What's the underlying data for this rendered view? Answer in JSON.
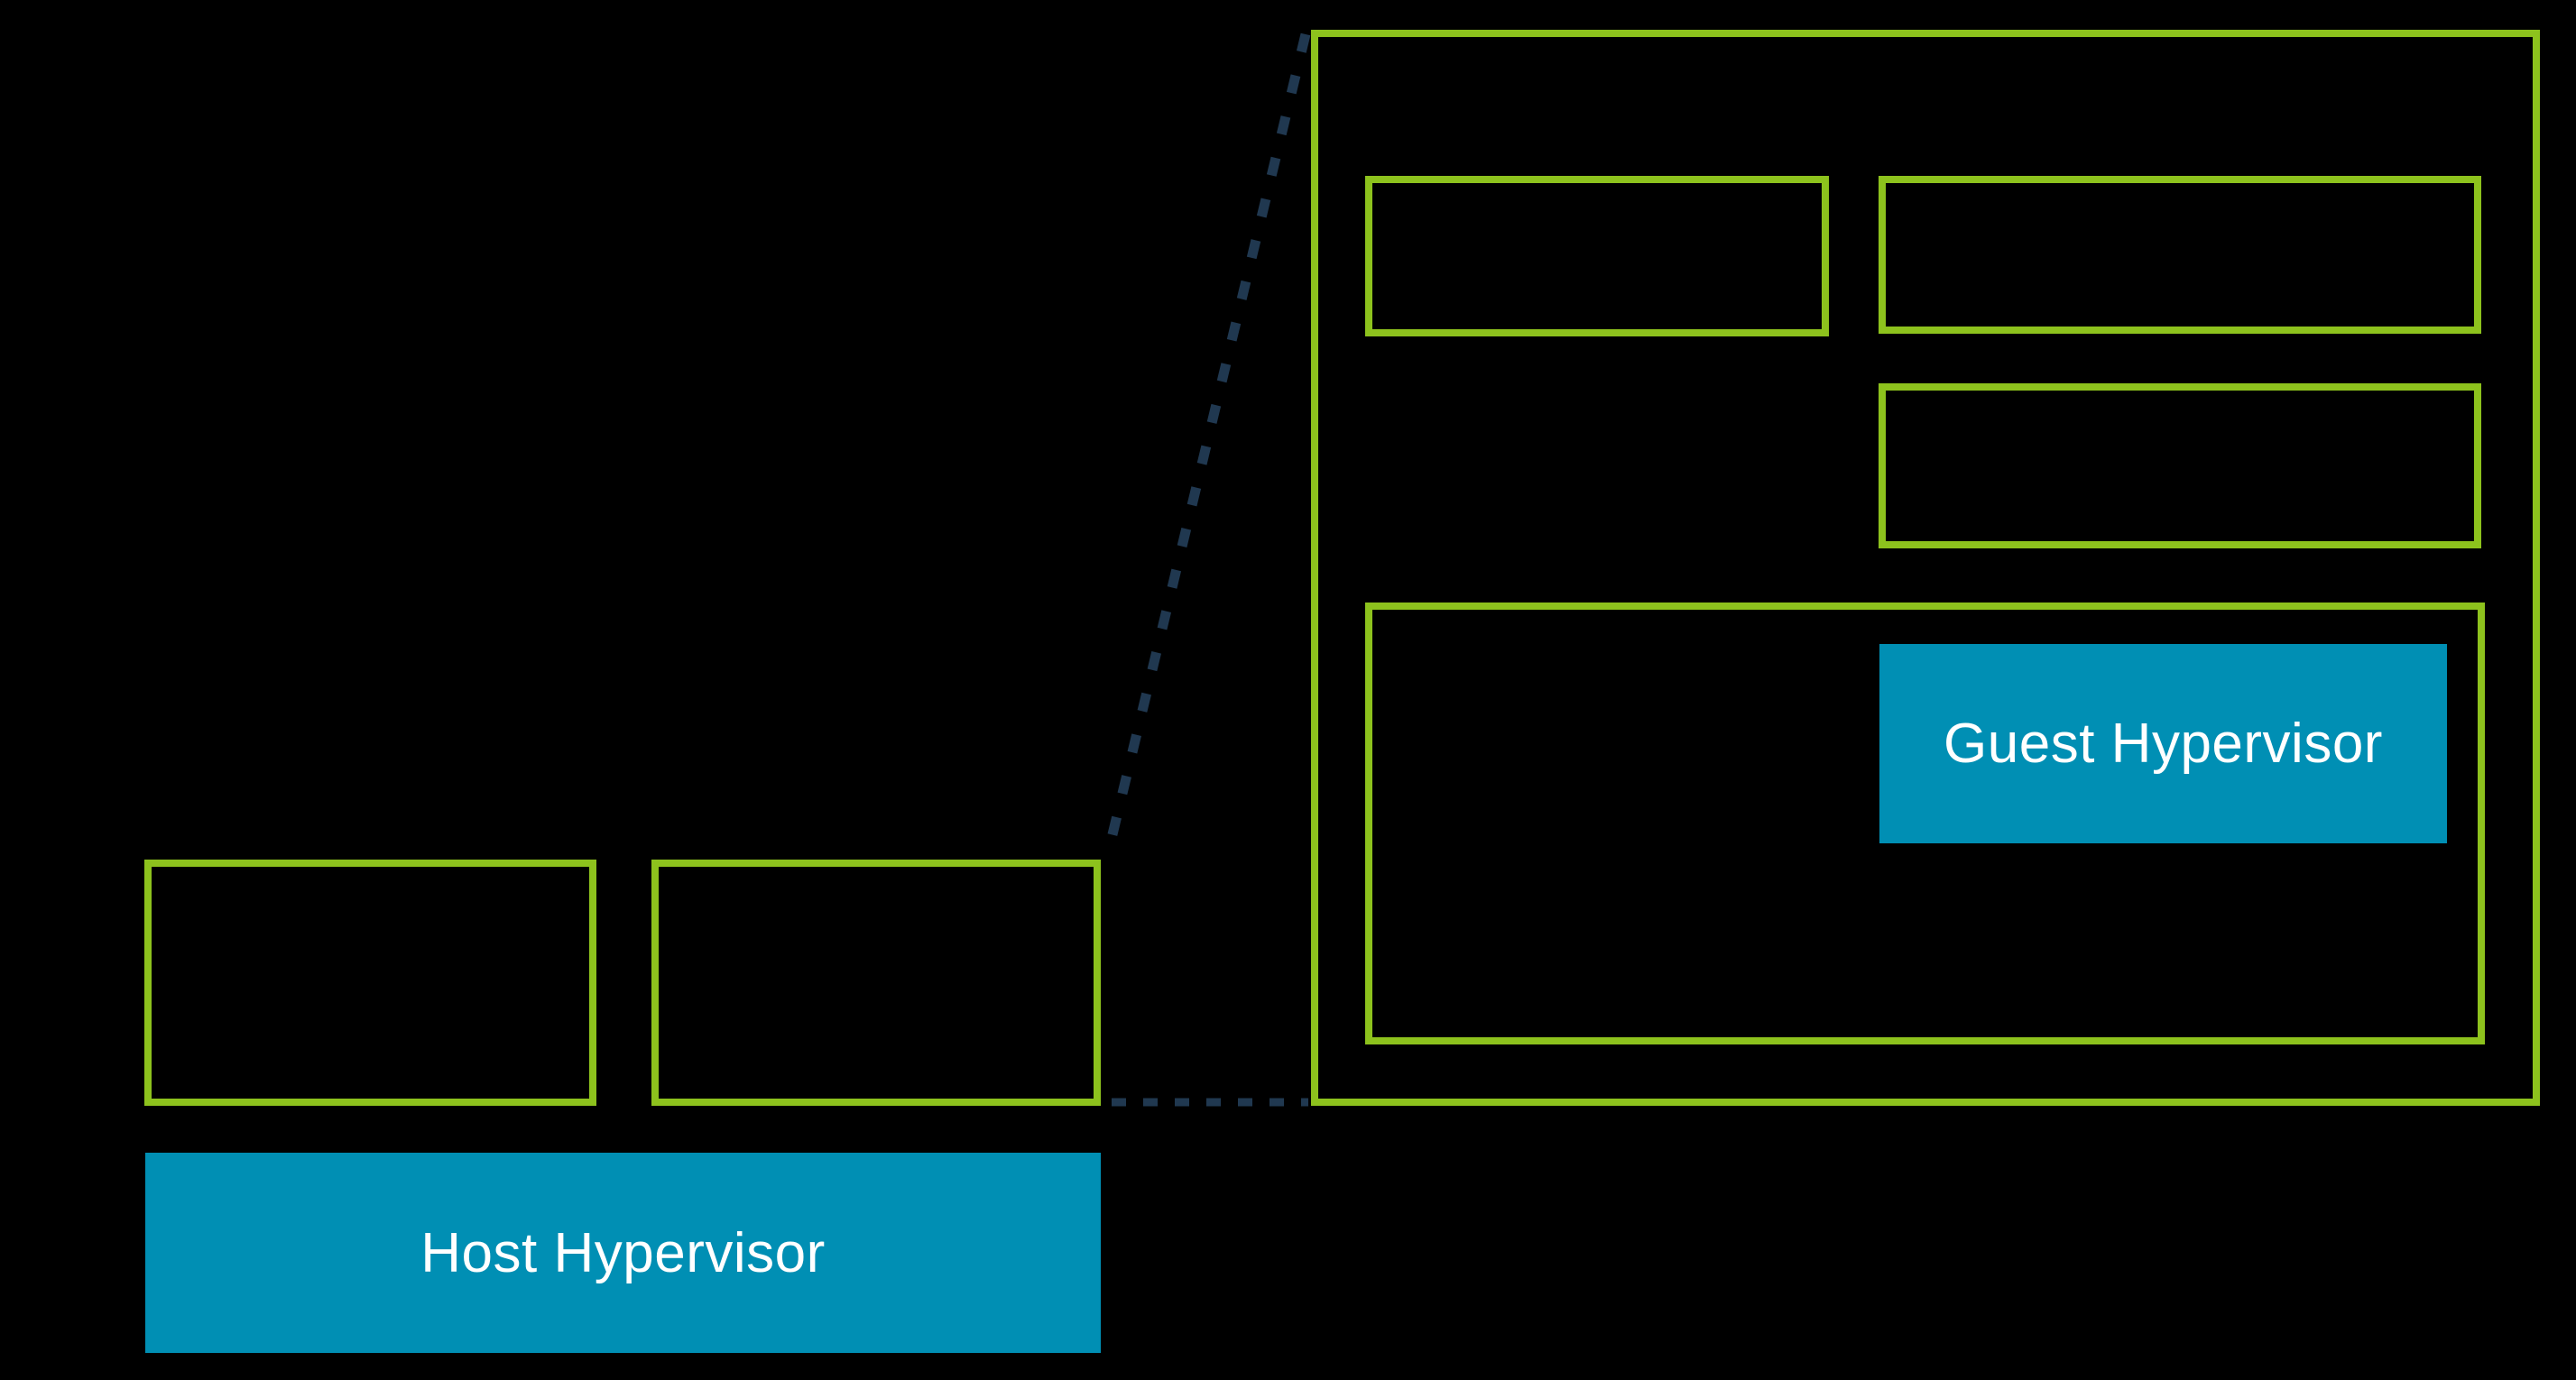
{
  "diagram": {
    "type": "nested-virtualization-diagram",
    "colors": {
      "background": "#000000",
      "box-border": "#8dc21d",
      "hypervisor-fill": "#008fb4",
      "label-text": "#ffffff",
      "connector": "#203850"
    },
    "labels": {
      "host_hypervisor": "Host Hypervisor",
      "guest_hypervisor": "Guest Hypervisor"
    },
    "nodes": [
      {
        "id": "host-vm-box-1",
        "label": "",
        "style": "green-outline"
      },
      {
        "id": "host-vm-box-2",
        "label": "",
        "style": "green-outline"
      },
      {
        "id": "host-hypervisor",
        "label": "Host Hypervisor",
        "style": "blue-fill"
      },
      {
        "id": "expanded-vm-box",
        "label": "",
        "style": "green-outline"
      },
      {
        "id": "nested-vm-box-1",
        "label": "",
        "style": "green-outline"
      },
      {
        "id": "nested-vm-box-2",
        "label": "",
        "style": "green-outline"
      },
      {
        "id": "nested-vm-box-3",
        "label": "",
        "style": "green-outline"
      },
      {
        "id": "guest-os-box",
        "label": "",
        "style": "green-outline"
      },
      {
        "id": "guest-hypervisor",
        "label": "Guest Hypervisor",
        "style": "blue-fill"
      }
    ],
    "connectors": [
      {
        "id": "zoom-callout-diagonal",
        "style": "dashed",
        "from": "host-vm-box-2-top-right",
        "to": "expanded-vm-box-top-left"
      },
      {
        "id": "zoom-callout-horizontal",
        "style": "dashed",
        "from": "host-vm-box-2-bottom-right",
        "to": "expanded-vm-box-bottom-left"
      }
    ]
  }
}
